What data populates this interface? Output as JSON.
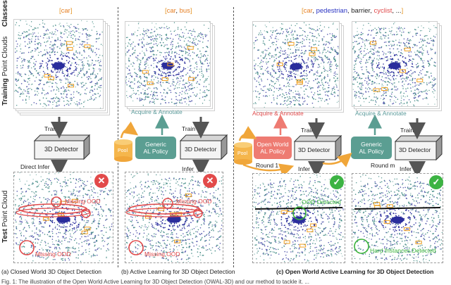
{
  "side_labels": {
    "classes": "Classes",
    "training_bold": "Training",
    "training_rest": " Point Clouds",
    "test_bold": "Test",
    "test_rest": " Point Cloud"
  },
  "classes": {
    "a": {
      "open": "[",
      "items": [
        {
          "t": "car",
          "c": "#e67e22"
        }
      ],
      "close": "]"
    },
    "b": {
      "open": "[",
      "items": [
        {
          "t": "car",
          "c": "#e67e22"
        },
        {
          "t": ", ",
          "c": "#222"
        },
        {
          "t": "bus",
          "c": "#e67e22"
        }
      ],
      "close": "]"
    },
    "c": {
      "open": "[",
      "items": [
        {
          "t": "car",
          "c": "#e67e22"
        },
        {
          "t": ", ",
          "c": "#222"
        },
        {
          "t": "pedestrian",
          "c": "#2832c2"
        },
        {
          "t": ", ",
          "c": "#222"
        },
        {
          "t": "barrier",
          "c": "#222"
        },
        {
          "t": ", ",
          "c": "#222"
        },
        {
          "t": "cyclist",
          "c": "#e0494a"
        },
        {
          "t": ", ...",
          "c": "#222"
        }
      ],
      "close": "]"
    }
  },
  "labels": {
    "train": "Train",
    "detector": "3D Detector",
    "direct_infer": "Direct Infer",
    "infer": "Infer",
    "acquire": "Acquire & Annotate",
    "generic_al": "Generic\nAL Policy",
    "open_world_al": "Open World\nAL Policy",
    "pool": "Pool",
    "round1": "Round 1",
    "roundm": "Round m",
    "missing_ood": "Missing OOD",
    "ood_detected": "OOD Detected",
    "hard_instances": "Hard Instances Detected"
  },
  "captions": {
    "a": "(a) Closed World 3D Object Detection",
    "b": "(b) Active Learning for  3D Object Detection",
    "c": "(c) Open World Active Learning for 3D Object Detection"
  },
  "footer": "Fig. 1: The illustration of the Open World Active Learning for 3D Object Detection (OWAL-3D) and our method to tackle it. ...",
  "colors": {
    "teal": "#5b9e92",
    "red": "#ee7b72",
    "ood_red": "#e0494a",
    "detected_green": "#3bb33b",
    "pool_orange": "#f5b64c",
    "point_blue": "#2a2d9c",
    "point_teal": "#4a8f8a",
    "box_orange": "#f0a020"
  },
  "icons": {
    "bad": "cross-badge-icon",
    "good": "check-badge-icon",
    "pool": "database-cylinder-icon",
    "detector": "cube-box-icon"
  }
}
